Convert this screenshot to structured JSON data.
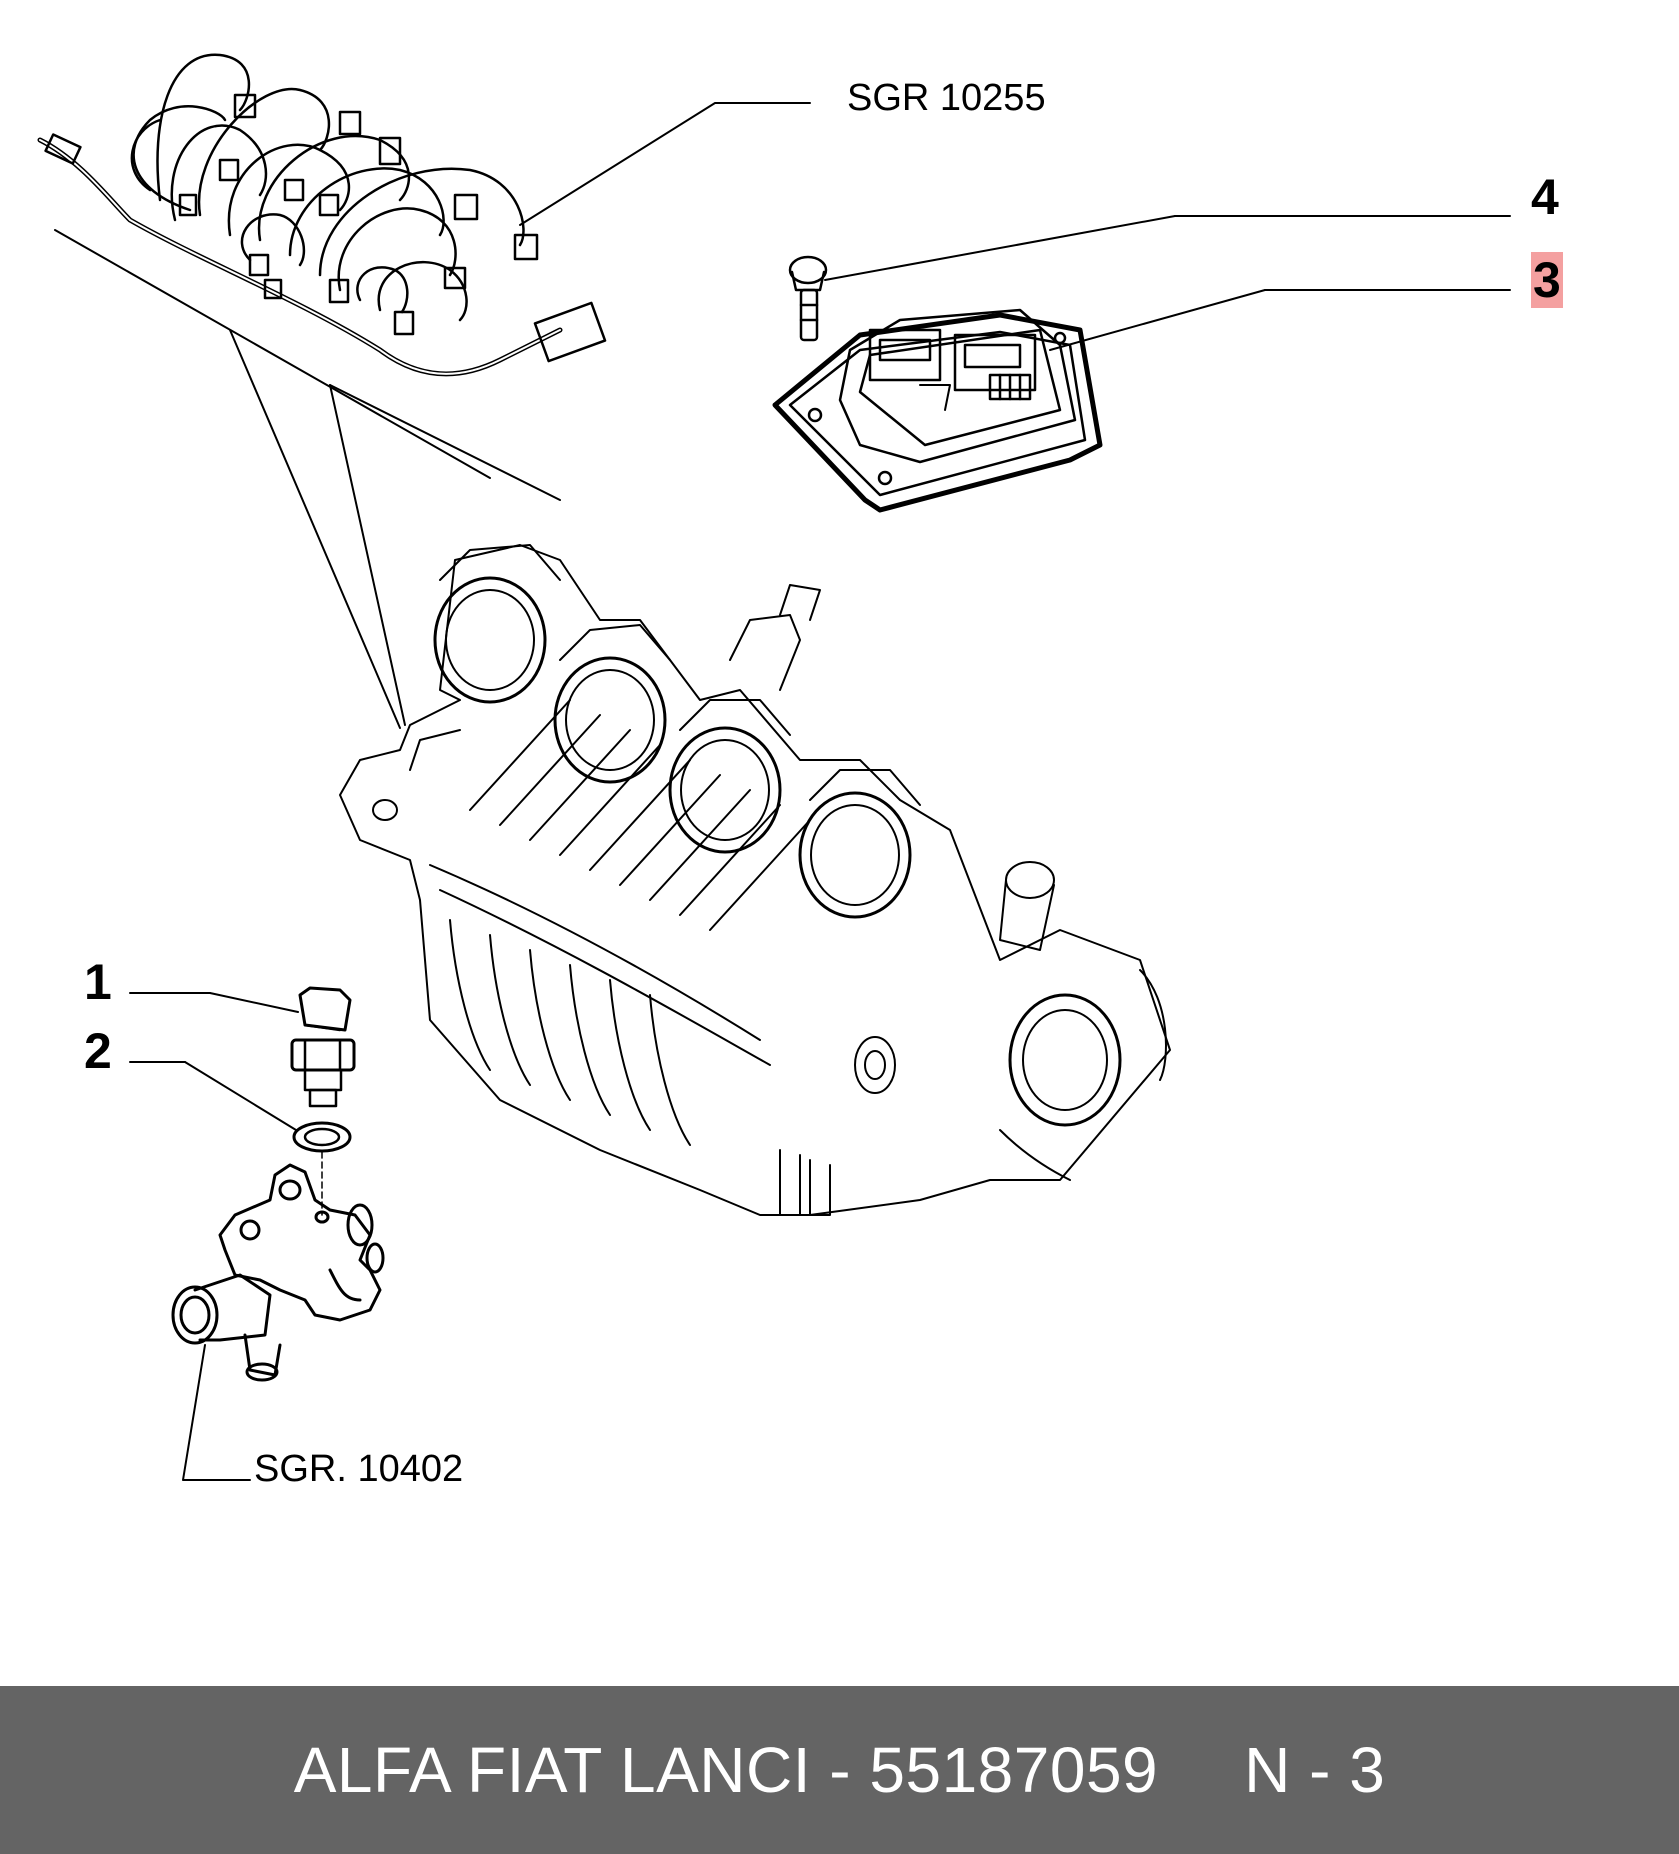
{
  "diagram": {
    "labels": {
      "sgr_top": "SGR 10255",
      "sgr_bottom": "SGR. 10402",
      "callout_1": "1",
      "callout_2": "2",
      "callout_3": "3",
      "callout_4": "4"
    },
    "highlight_color": "#f4a0a0"
  },
  "footer": {
    "brand_part": "ALFA FIAT LANCI - 55187059",
    "ref": "N - 3",
    "background": "#646464"
  }
}
